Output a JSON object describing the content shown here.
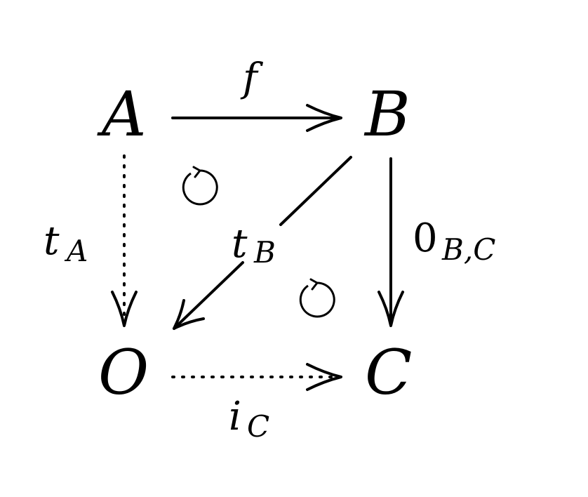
{
  "nodes": {
    "A": "A",
    "B": "B",
    "O": "O",
    "C": "C"
  },
  "labels": {
    "f": "f",
    "tA_main": "t",
    "tA_sub": "A",
    "tB_main": "t",
    "tB_sub": "B",
    "zero_main": "0",
    "zero_sub": "B,C",
    "iC_main": "i",
    "iC_sub": "C"
  },
  "commute_symbols": [
    "↻",
    "↻"
  ]
}
